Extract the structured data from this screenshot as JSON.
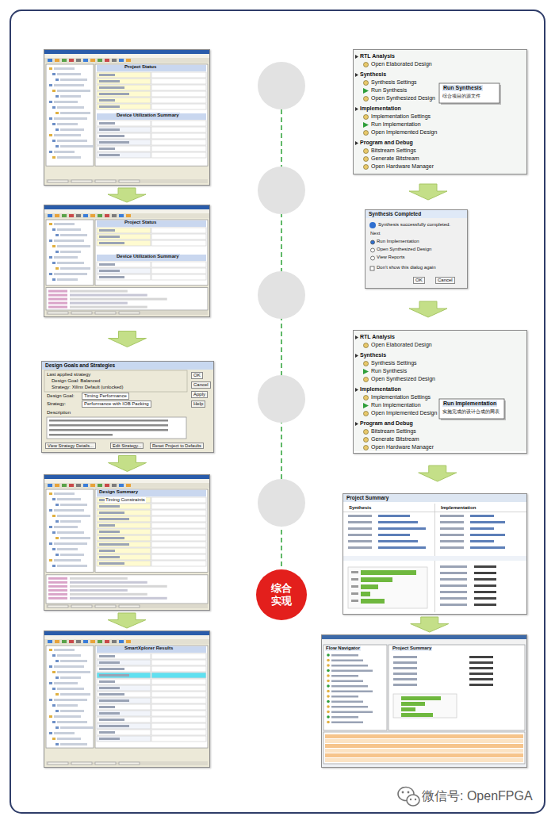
{
  "diagram": {
    "nodes": [
      {
        "text": [
          "Project Status",
          "Device Utilization Summary"
        ]
      },
      {
        "text": [
          "Project Status",
          "Device Utilization Summary"
        ]
      },
      {
        "text": [
          "Design Goals and Strategies",
          "Last applied strategy",
          "Design Goal: Balanced",
          "Strategy: Xilinx Default (unlocked)",
          "Design Goal:",
          "Timing Performance",
          "Strategy:",
          "Performance with IOB Packing",
          "Description",
          "OK",
          "Cancel",
          "Apply",
          "Help",
          "View Strategy Details...",
          "Edit Strategy...",
          "Reset Project to Defaults"
        ]
      },
      {
        "text": [
          "Design Summary",
          "Timing Constraints"
        ]
      },
      {
        "text": [
          "SmartXplorer Results"
        ]
      },
      {
        "text": [
          "RTL Analysis",
          "Open Elaborated Design",
          "Synthesis",
          "Synthesis Settings",
          "Run Synthesis",
          "Open Synthesized Design",
          "Implementation",
          "Implementation Settings",
          "Run Implementation",
          "Open Implemented Design",
          "Program and Debug",
          "Bitstream Settings",
          "Generate Bitstream",
          "Open Hardware Manager",
          "Run Synthesis",
          "综合项目的源文件"
        ]
      },
      {
        "text": [
          "Synthesis Completed",
          "Synthesis successfully completed.",
          "Next",
          "Run Implementation",
          "Open Synthesized Design",
          "View Reports",
          "Don't show this dialog again",
          "OK",
          "Cancel"
        ]
      },
      {
        "text": [
          "RTL Analysis",
          "Open Elaborated Design",
          "Synthesis",
          "Synthesis Settings",
          "Run Synthesis",
          "Open Synthesized Design",
          "Implementation",
          "Implementation Settings",
          "Run Implementation",
          "Open Implemented Design",
          "Program and Debug",
          "Bitstream Settings",
          "Generate Bitstream",
          "Open Hardware Manager",
          "Run Implementation",
          "实施完成的设计合成的网表"
        ]
      },
      {
        "text": [
          "Project Summary",
          "Synthesis",
          "Implementation"
        ]
      },
      {
        "text": [
          "Flow Navigator",
          "Project Summary"
        ]
      },
      {
        "text": [
          "综合 实现"
        ]
      }
    ],
    "edges": [
      {
        "from": 0,
        "to": 1,
        "arrow": "to"
      },
      {
        "from": 1,
        "to": 2,
        "arrow": "to"
      },
      {
        "from": 2,
        "to": 3,
        "arrow": "to"
      },
      {
        "from": 3,
        "to": 4,
        "arrow": "to"
      },
      {
        "from": 5,
        "to": 6,
        "arrow": "to"
      },
      {
        "from": 6,
        "to": 7,
        "arrow": "to"
      },
      {
        "from": 7,
        "to": 8,
        "arrow": "to"
      },
      {
        "from": 8,
        "to": 9,
        "arrow": "to"
      }
    ],
    "labels": [
      "微信号: OpenFPGA"
    ]
  }
}
